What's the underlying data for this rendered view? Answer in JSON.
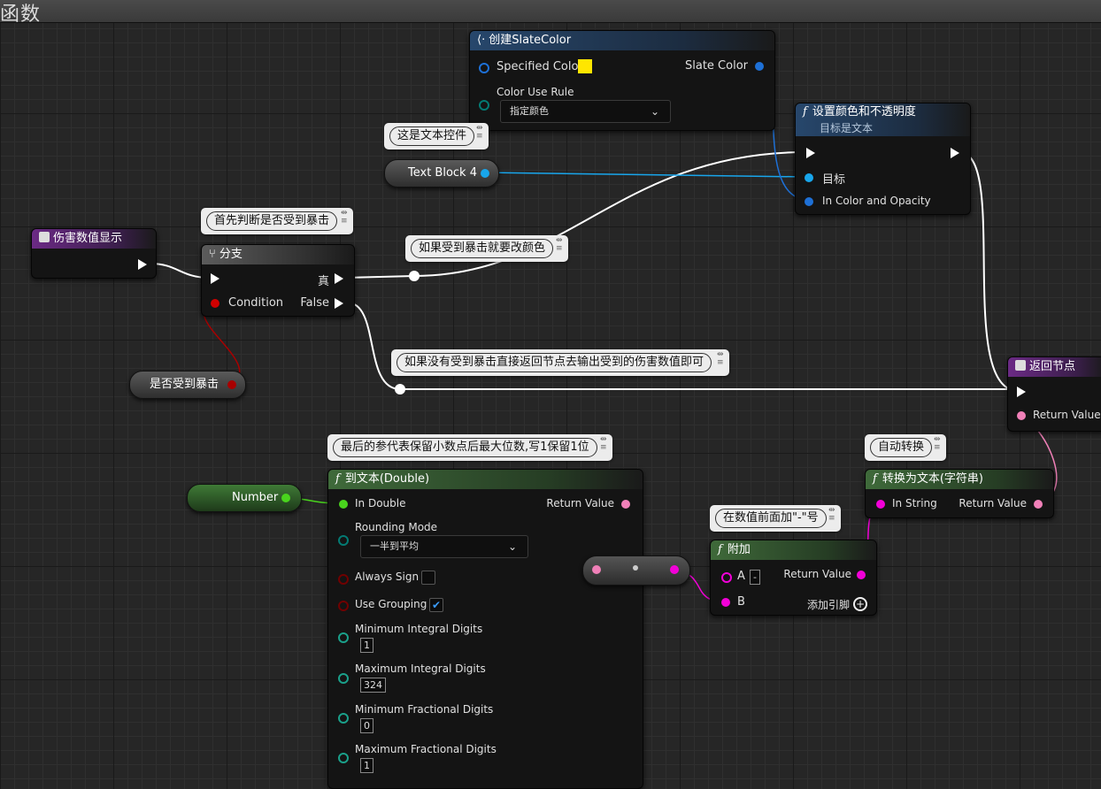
{
  "window": {
    "title": "函数"
  },
  "nodes": {
    "slate": {
      "title": "创建SlateColor",
      "specified_color": "Specified Color",
      "color_use_rule": "Color Use Rule",
      "rule_value": "指定颜色",
      "out": "Slate Color",
      "swatch_color": "#ffe600"
    },
    "setcolor": {
      "title": "设置颜色和不透明度",
      "subtitle": "目标是文本",
      "target": "目标",
      "in_color": "In Color and Opacity"
    },
    "textblock": {
      "label": "Text Block 4"
    },
    "dmg": {
      "title": "伤害数值显示"
    },
    "branch": {
      "title": "分支",
      "condition": "Condition",
      "true_label": "真",
      "false_label": "False"
    },
    "crit": {
      "label": "是否受到暴击"
    },
    "ret": {
      "title": "返回节点",
      "return_value": "Return Value"
    },
    "number": {
      "label": "Number"
    },
    "totext": {
      "title": "到文本(Double)",
      "in_double": "In Double",
      "return_value": "Return Value",
      "rounding_mode": "Rounding Mode",
      "rounding_value": "一半到平均",
      "always_sign": "Always Sign",
      "use_grouping": "Use Grouping",
      "min_int": "Minimum Integral Digits",
      "min_int_val": "1",
      "max_int": "Maximum Integral Digits",
      "max_int_val": "324",
      "min_frac": "Minimum Fractional Digits",
      "min_frac_val": "0",
      "max_frac": "Maximum Fractional Digits",
      "max_frac_val": "1"
    },
    "append": {
      "title": "附加",
      "a": "A",
      "a_val": "-",
      "b": "B",
      "return_value": "Return Value",
      "add_pin": "添加引脚"
    },
    "tostring": {
      "title": "转换为文本(字符串)",
      "in_string": "In String",
      "return_value": "Return Value"
    }
  },
  "comments": {
    "c_text": "这是文本控件",
    "c_branch": "首先判断是否受到暴击",
    "c_change": "如果受到暴击就要改颜色",
    "c_return": "如果没有受到暴击直接返回节点去输出受到的伤害数值即可",
    "c_param": "最后的参代表保留小数点后最大位数,写1保留1位",
    "c_auto": "自动转换",
    "c_prefix": "在数值前面加\"-\"号"
  },
  "colors": {
    "exec": "#ffffff",
    "bool": "#d10000",
    "struct": "#1e70d6",
    "object": "#18a6ec",
    "string": "#f200d8",
    "double": "#49d41d",
    "byte": "#047a73",
    "text": "#f080b8"
  }
}
